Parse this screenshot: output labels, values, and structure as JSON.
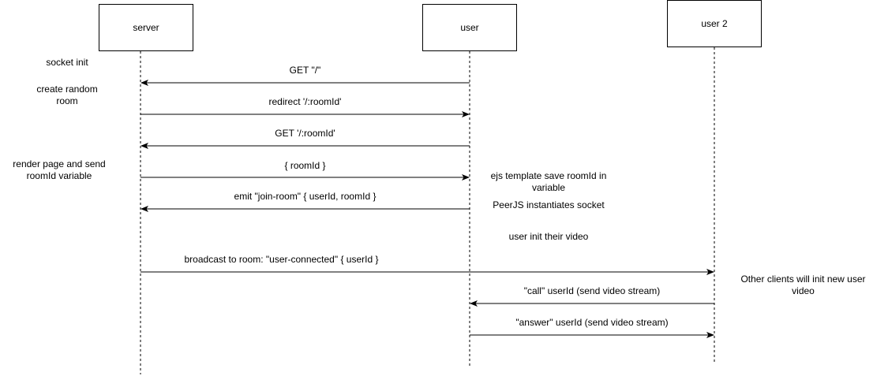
{
  "participants": [
    {
      "id": "server",
      "label": "server"
    },
    {
      "id": "user",
      "label": "user"
    },
    {
      "id": "user2",
      "label": "user 2"
    }
  ],
  "messages": [
    {
      "label": "GET \"/\"",
      "from": "user",
      "to": "server"
    },
    {
      "label": "redirect '/:roomId'",
      "from": "server",
      "to": "user"
    },
    {
      "label": "GET '/:roomId'",
      "from": "user",
      "to": "server"
    },
    {
      "label": "{ roomId }",
      "from": "server",
      "to": "user"
    },
    {
      "label": "emit \"join-room\" { userId, roomId }",
      "from": "user",
      "to": "server"
    },
    {
      "label": "broadcast to room: \"user-connected\" { userId }",
      "from": "server",
      "to": "user2"
    },
    {
      "label": "\"call\" userId (send video stream)",
      "from": "user2",
      "to": "user"
    },
    {
      "label": "\"answer\" userId (send video stream)",
      "from": "user",
      "to": "user2"
    }
  ],
  "notes": [
    {
      "text": "socket init"
    },
    {
      "text": "create random room"
    },
    {
      "text": "render page and send roomId variable"
    },
    {
      "text": "ejs template save roomId in variable"
    },
    {
      "text": "PeerJS instantiates socket"
    },
    {
      "text": "user init their video"
    },
    {
      "text": "Other clients will init new user video"
    }
  ]
}
